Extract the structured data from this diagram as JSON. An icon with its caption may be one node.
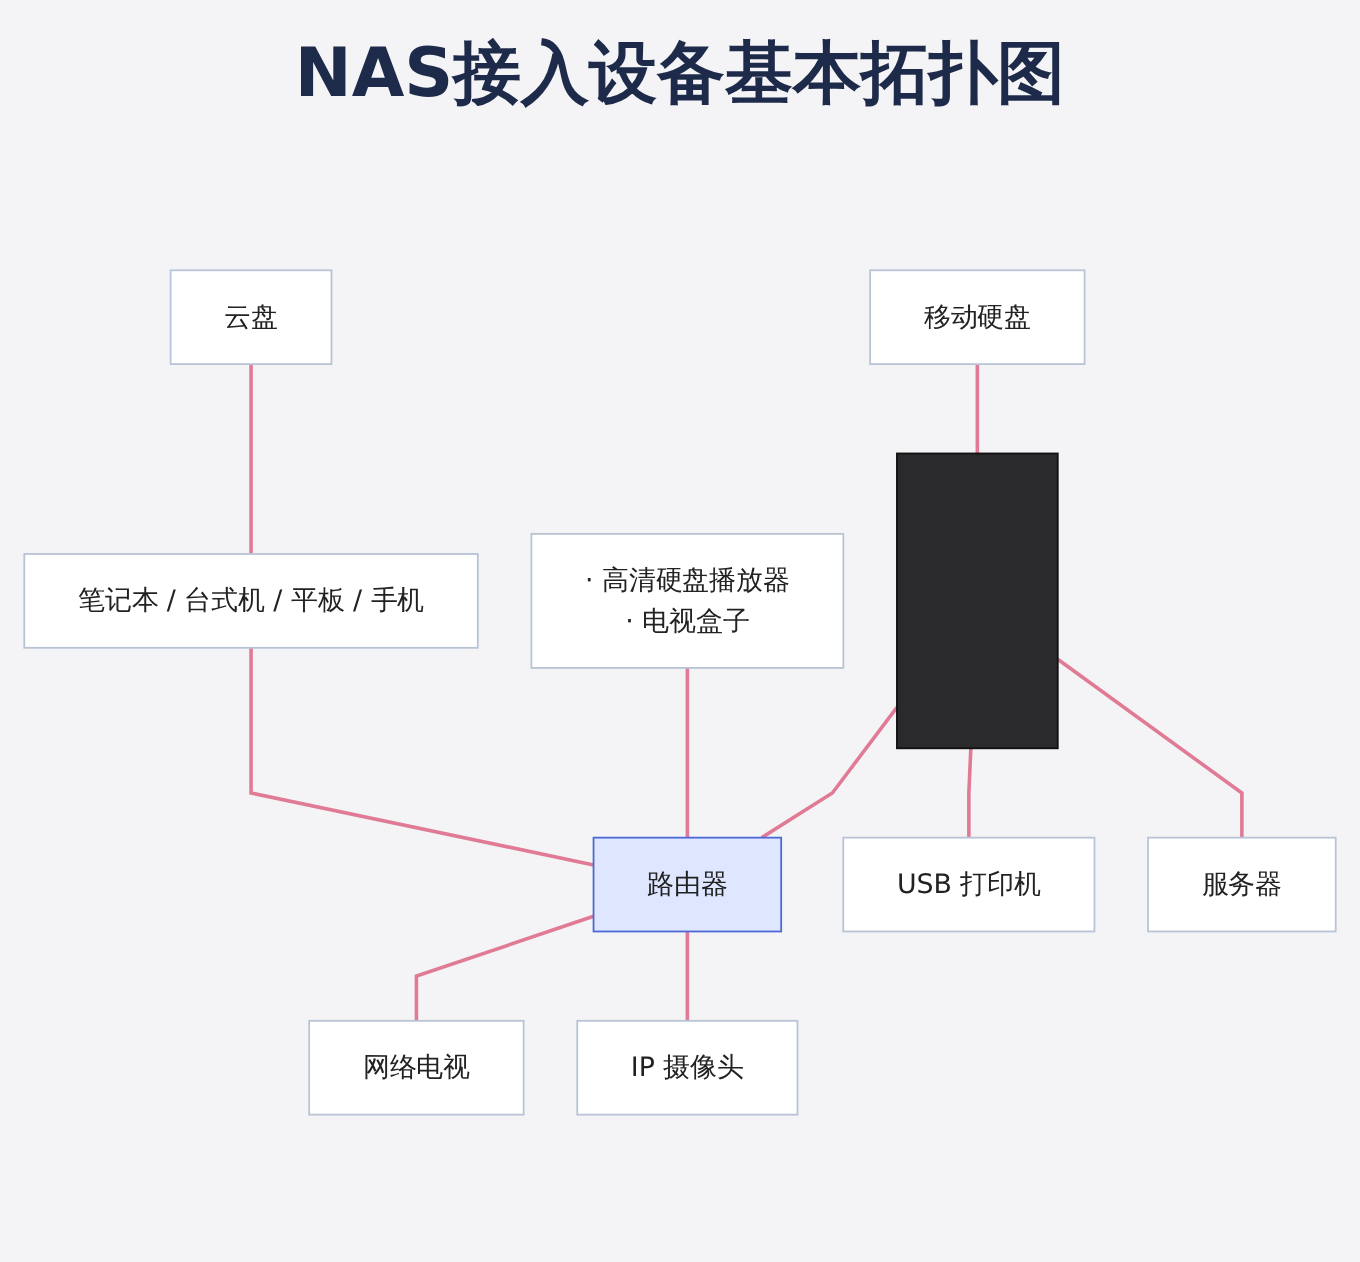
{
  "diagram": {
    "title": "NAS接入设备基本拓扑图",
    "nodes": [
      {
        "text": [],
        "shape": "box"
      },
      {
        "text": [
          "云盘"
        ]
      },
      {
        "text": [
          "笔记本 / 台式机 / 平板 / 手机"
        ]
      },
      {
        "text": [
          "· 高清硬盘播放器",
          "· 电视盒子"
        ]
      },
      {
        "text": [
          "移动硬盘"
        ]
      },
      {
        "text": [
          "路由器"
        ]
      },
      {
        "text": [
          "USB 打印机"
        ]
      },
      {
        "text": [
          "服务器"
        ]
      },
      {
        "text": [
          "网络电视"
        ]
      },
      {
        "text": [
          "IP 摄像头"
        ]
      }
    ],
    "edges": [
      {
        "from": 1,
        "to": 2,
        "arrow": "none"
      },
      {
        "from": 2,
        "to": 5,
        "arrow": "none"
      },
      {
        "from": 3,
        "to": 5,
        "arrow": "none"
      },
      {
        "from": 4,
        "to": 0,
        "arrow": "none"
      },
      {
        "from": 0,
        "to": 5,
        "arrow": "none"
      },
      {
        "from": 0,
        "to": 6,
        "arrow": "none"
      },
      {
        "from": 0,
        "to": 7,
        "arrow": "none"
      },
      {
        "from": 5,
        "to": 8,
        "arrow": "none"
      },
      {
        "from": 5,
        "to": 9,
        "arrow": "none"
      }
    ]
  }
}
